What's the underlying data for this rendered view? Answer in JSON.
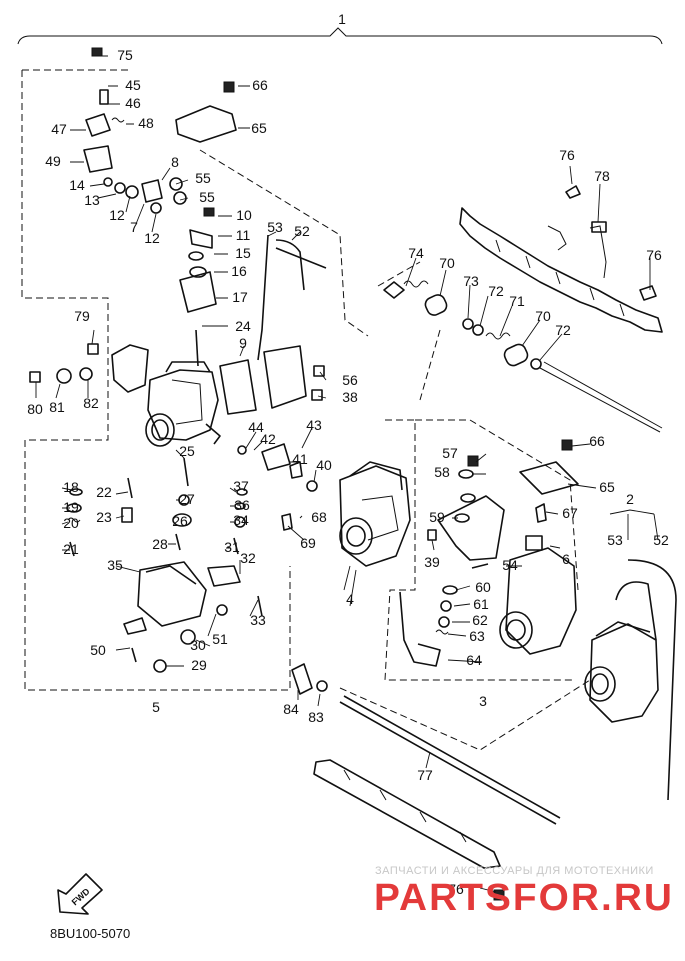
{
  "diagram": {
    "code": "8BU100-5070",
    "direction_label": "FWD",
    "assembly_number": "1",
    "sub_assemblies": [
      "2",
      "3",
      "4",
      "5"
    ],
    "callouts": [
      "75",
      "45",
      "46",
      "47",
      "48",
      "49",
      "8",
      "14",
      "13",
      "12",
      "7",
      "55",
      "55",
      "12",
      "10",
      "11",
      "15",
      "16",
      "17",
      "24",
      "9",
      "53",
      "52",
      "66",
      "65",
      "76",
      "78",
      "76",
      "74",
      "70",
      "73",
      "72",
      "71",
      "70",
      "72",
      "79",
      "80",
      "81",
      "82",
      "56",
      "38",
      "43",
      "44",
      "42",
      "41",
      "40",
      "18",
      "19",
      "20",
      "21",
      "22",
      "23",
      "25",
      "27",
      "26",
      "28",
      "37",
      "36",
      "34",
      "31",
      "35",
      "32",
      "33",
      "50",
      "30",
      "51",
      "29",
      "68",
      "69",
      "57",
      "58",
      "59",
      "39",
      "54",
      "60",
      "61",
      "62",
      "63",
      "64",
      "66",
      "65",
      "67",
      "6",
      "53",
      "52",
      "84",
      "83",
      "77",
      "76"
    ]
  },
  "watermark": {
    "tagline": "ЗАПЧАСТИ И АКСЕССУАРЫ ДЛЯ МОТОТЕХНИКИ",
    "brand": "PARTSFOR.RU"
  }
}
